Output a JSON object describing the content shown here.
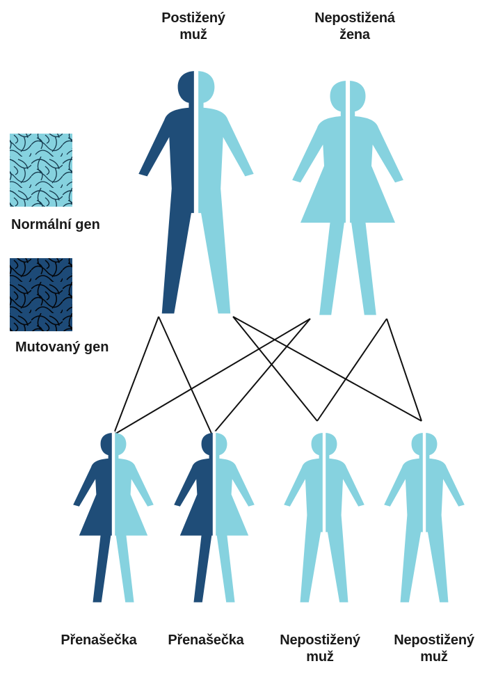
{
  "colors": {
    "normal_fill": "#86d2df",
    "normal_strand": "#1c4a60",
    "mutant_fill": "#1f4d78",
    "mutant_strand": "#070b12",
    "divider": "#ffffff",
    "line": "#111111"
  },
  "parents": {
    "father": {
      "line1": "Postižený",
      "line2": "muž",
      "kind": "male",
      "genotype": "affected-half"
    },
    "mother": {
      "line1": "Nepostižená",
      "line2": "žena",
      "kind": "female",
      "genotype": "normal"
    }
  },
  "legend": {
    "normal_label": "Normální gen",
    "mutant_label": "Mutovaný gen"
  },
  "children": [
    {
      "line1": "Přenašečka",
      "line2": "",
      "kind": "female",
      "genotype": "carrier"
    },
    {
      "line1": "Přenašečka",
      "line2": "",
      "kind": "female",
      "genotype": "carrier"
    },
    {
      "line1": "Nepostižený",
      "line2": "muž",
      "kind": "male",
      "genotype": "normal"
    },
    {
      "line1": "Nepostižený",
      "line2": "muž",
      "kind": "male",
      "genotype": "normal"
    }
  ]
}
